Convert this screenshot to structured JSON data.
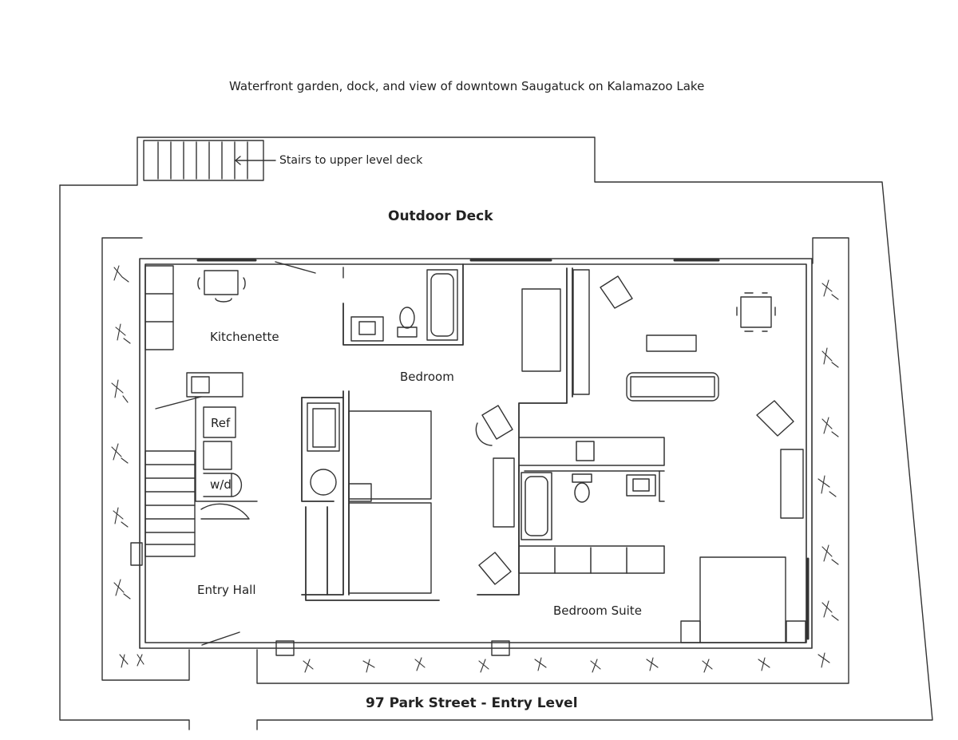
{
  "top_caption": "Waterfront garden, dock, and view of downtown Saugatuck on Kalamazoo Lake",
  "stairs_note": "Stairs to upper level deck",
  "outdoor_deck": "Outdoor Deck",
  "rooms": {
    "kitchenette": "Kitchenette",
    "bedroom": "Bedroom",
    "entry_hall": "Entry Hall",
    "bedroom_suite": "Bedroom Suite",
    "ref": "Ref",
    "wd": "w/d"
  },
  "footer_title": "97 Park Street - Entry Level"
}
